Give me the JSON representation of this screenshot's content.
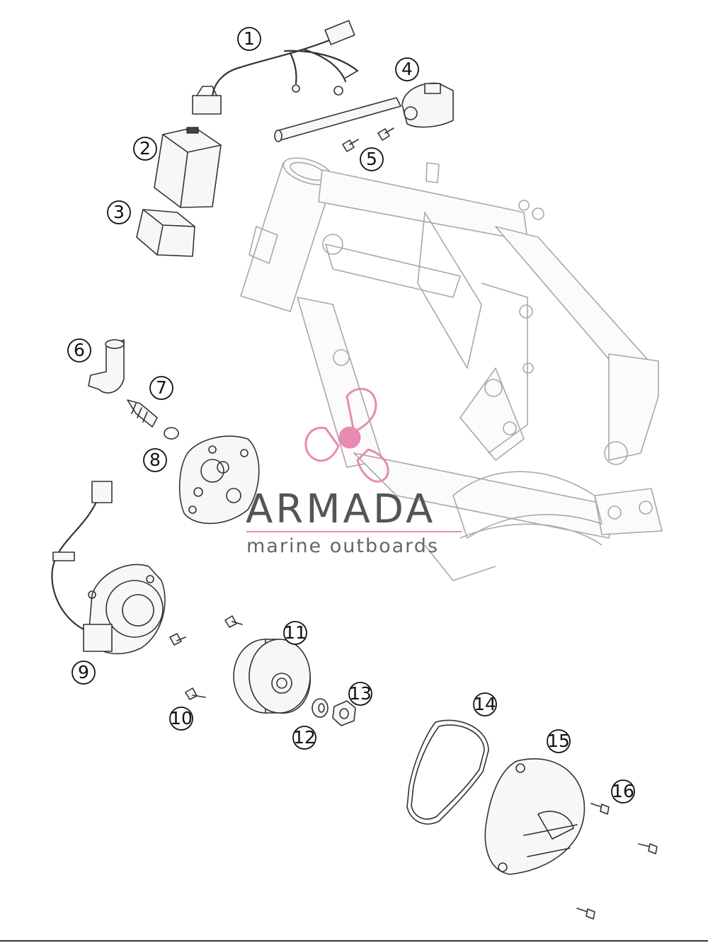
{
  "callouts": [
    {
      "id": "1",
      "label": "1"
    },
    {
      "id": "2",
      "label": "2"
    },
    {
      "id": "3",
      "label": "3"
    },
    {
      "id": "4",
      "label": "4"
    },
    {
      "id": "5",
      "label": "5"
    },
    {
      "id": "6",
      "label": "6"
    },
    {
      "id": "7",
      "label": "7"
    },
    {
      "id": "8",
      "label": "8"
    },
    {
      "id": "9",
      "label": "9"
    },
    {
      "id": "10",
      "label": "10"
    },
    {
      "id": "11",
      "label": "11"
    },
    {
      "id": "12",
      "label": "12"
    },
    {
      "id": "13",
      "label": "13"
    },
    {
      "id": "14",
      "label": "14"
    },
    {
      "id": "15",
      "label": "15"
    },
    {
      "id": "16",
      "label": "16"
    }
  ],
  "watermark": {
    "title": "ARMADA",
    "subtitle": "marine outboards",
    "color_logo": "#e98ab3",
    "color_text": "#555555"
  }
}
